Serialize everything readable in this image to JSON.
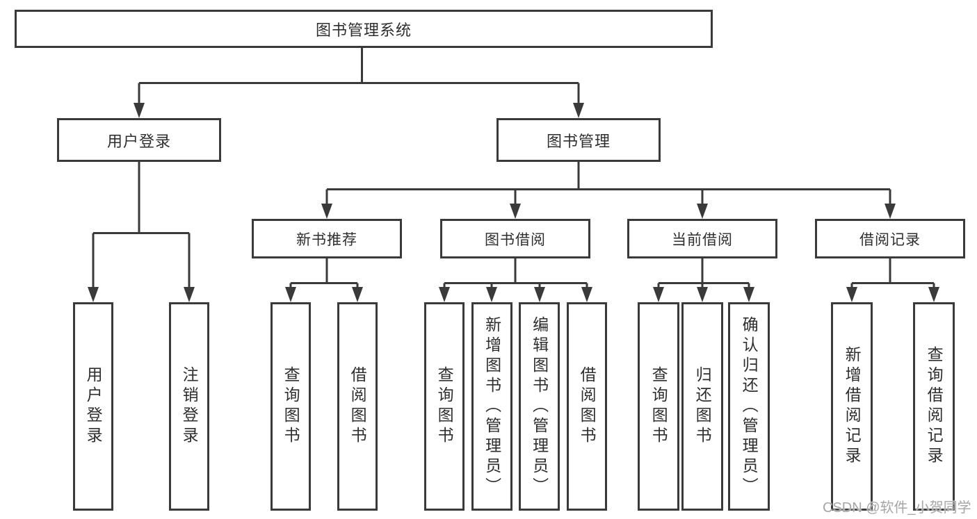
{
  "diagram_type": "functional-structure-chart",
  "tree": {
    "label": "图书管理系统",
    "children": [
      {
        "label": "用户登录",
        "children": [
          {
            "label": "用户登录"
          },
          {
            "label": "注销登录"
          }
        ]
      },
      {
        "label": "图书管理",
        "children": [
          {
            "label": "新书推荐",
            "children": [
              {
                "label": "查询图书"
              },
              {
                "label": "借阅图书"
              }
            ]
          },
          {
            "label": "图书借阅",
            "children": [
              {
                "label": "查询图书"
              },
              {
                "label": "新增图书（管理员）"
              },
              {
                "label": "编辑图书（管理员）"
              },
              {
                "label": "借阅图书"
              }
            ]
          },
          {
            "label": "当前借阅",
            "children": [
              {
                "label": "查询图书"
              },
              {
                "label": "归还图书"
              },
              {
                "label": "确认归还（管理员）"
              }
            ]
          },
          {
            "label": "借阅记录",
            "children": [
              {
                "label": "新增借阅记录"
              },
              {
                "label": "查询借阅记录"
              }
            ]
          }
        ]
      }
    ]
  },
  "watermark": {
    "text": "CSDN @软件_小贺同学"
  },
  "colors": {
    "line": "#3a3a3a",
    "box_border": "#3a3a3a",
    "box_fill": "#ffffff",
    "text": "#2e2e2e",
    "watermark": "#a6a6a6",
    "background": "#ffffff"
  }
}
